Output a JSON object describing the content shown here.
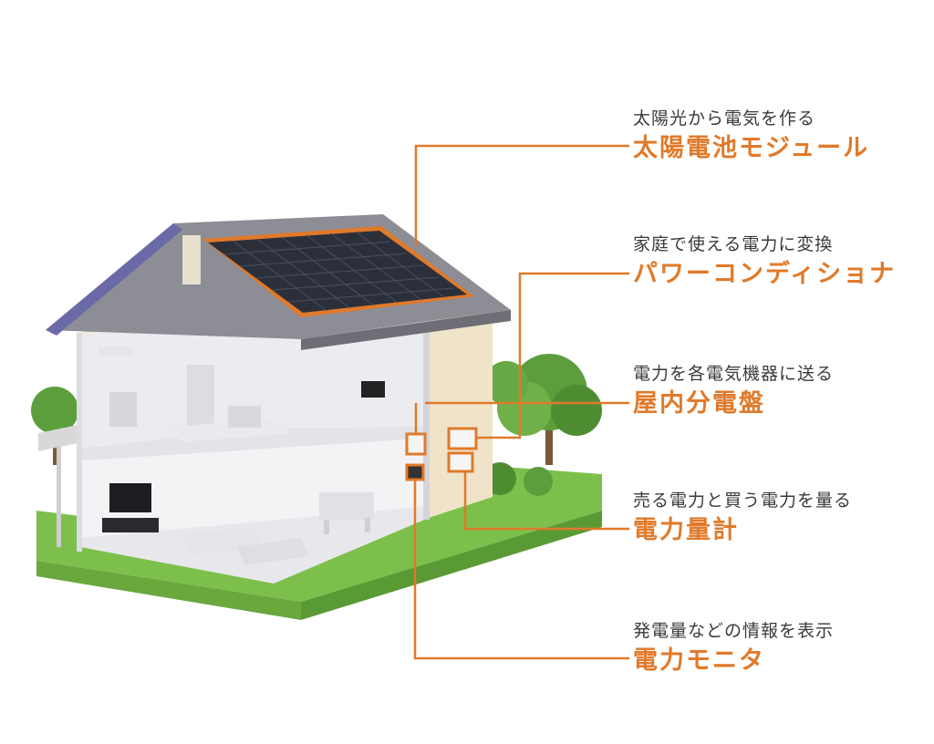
{
  "components": [
    {
      "description": "太陽光から電気を作る",
      "name": "太陽電池モジュール"
    },
    {
      "description": "家庭で使える電力に変換",
      "name": "パワーコンディショナ"
    },
    {
      "description": "電力を各電気機器に送る",
      "name": "屋内分電盤"
    },
    {
      "description": "売る電力と買う電力を量る",
      "name": "電力量計"
    },
    {
      "description": "発電量などの情報を表示",
      "name": "電力モニタ"
    }
  ],
  "colors": {
    "accent": "#e07a2a",
    "text": "#3a3a3a",
    "lawn": "#7cc04b",
    "roof": "#8d8d95",
    "solar_panel": "#2b2f3a",
    "wall": "#efe4c9"
  }
}
